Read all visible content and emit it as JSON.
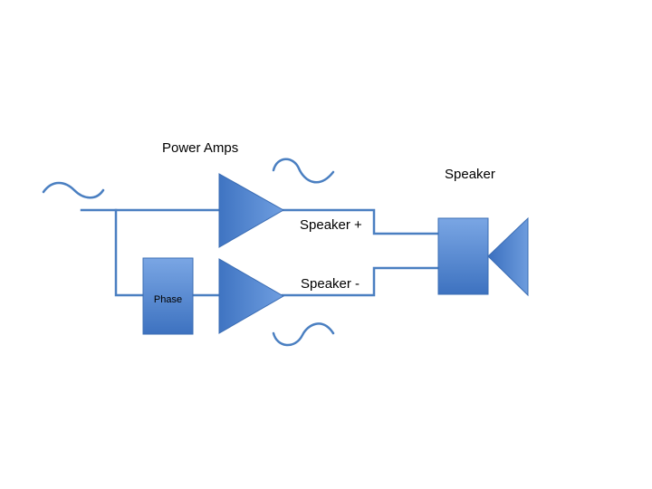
{
  "labels": {
    "power_amps": "Power Amps",
    "speaker": "Speaker",
    "speaker_plus": "Speaker +",
    "speaker_minus": "Speaker -",
    "phase": "Phase"
  },
  "colors": {
    "wire": "#4a7fc1",
    "block_top": "#6f9ee0",
    "block_bottom": "#3f74c2",
    "block_stroke": "#3a6cb3"
  }
}
